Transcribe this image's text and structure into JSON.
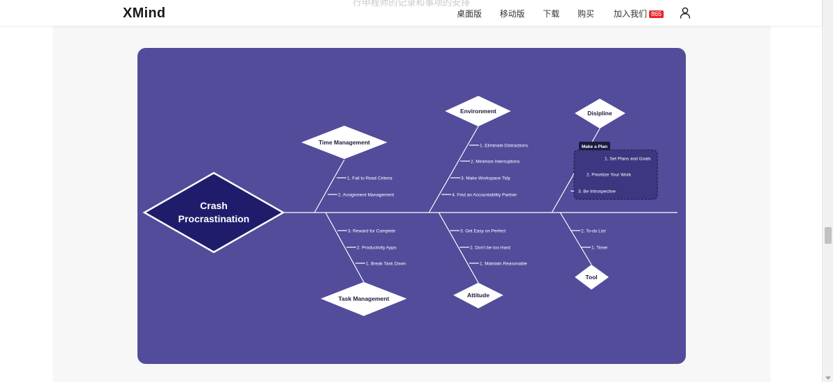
{
  "header": {
    "logo": "XMind",
    "ghost_text": "行申程师的记录和事项的安排",
    "nav": {
      "desktop": "桌面版",
      "mobile": "移动版",
      "download": "下载",
      "buy": "购买",
      "join": "加入我们",
      "join_badge": "865"
    }
  },
  "diagram": {
    "head": {
      "line1": "Crash",
      "line2": "Procrastination"
    },
    "causes": {
      "time_management": {
        "title": "Time Management",
        "items": [
          "1. Fail to Read Criteria",
          "2. Assignment Management"
        ]
      },
      "environment": {
        "title": "Environment",
        "items": [
          "1. Eliminate Distractions",
          "2. Minimize Interruptions",
          "3. Make Workspace Tidy",
          "4. Find an Accountability Partner"
        ]
      },
      "disipline": {
        "title": "Disipline",
        "callout": "Make a Plan",
        "items": [
          "1. Set Plans and Goals",
          "2. Prioritize Your Work",
          "3. Be Introspective"
        ]
      },
      "task_management": {
        "title": "Task Management",
        "items": [
          "3. Reward for Complete",
          "2. Productivity Apps",
          "1. Break Task Down"
        ]
      },
      "attitude": {
        "title": "Attitude",
        "items": [
          "3. Get Easy on Perfect",
          "2. Don't be too Hard",
          "1. Maintain Reasonable"
        ]
      },
      "tool": {
        "title": "Tool",
        "items": [
          "2. To-do List",
          "1. Timer"
        ]
      }
    },
    "colors": {
      "card_bg": "#524c9a",
      "head_fill": "#1f1d6b",
      "line": "#ffffff",
      "node_fill": "#ffffff",
      "node_text": "#1a1a3a"
    }
  }
}
